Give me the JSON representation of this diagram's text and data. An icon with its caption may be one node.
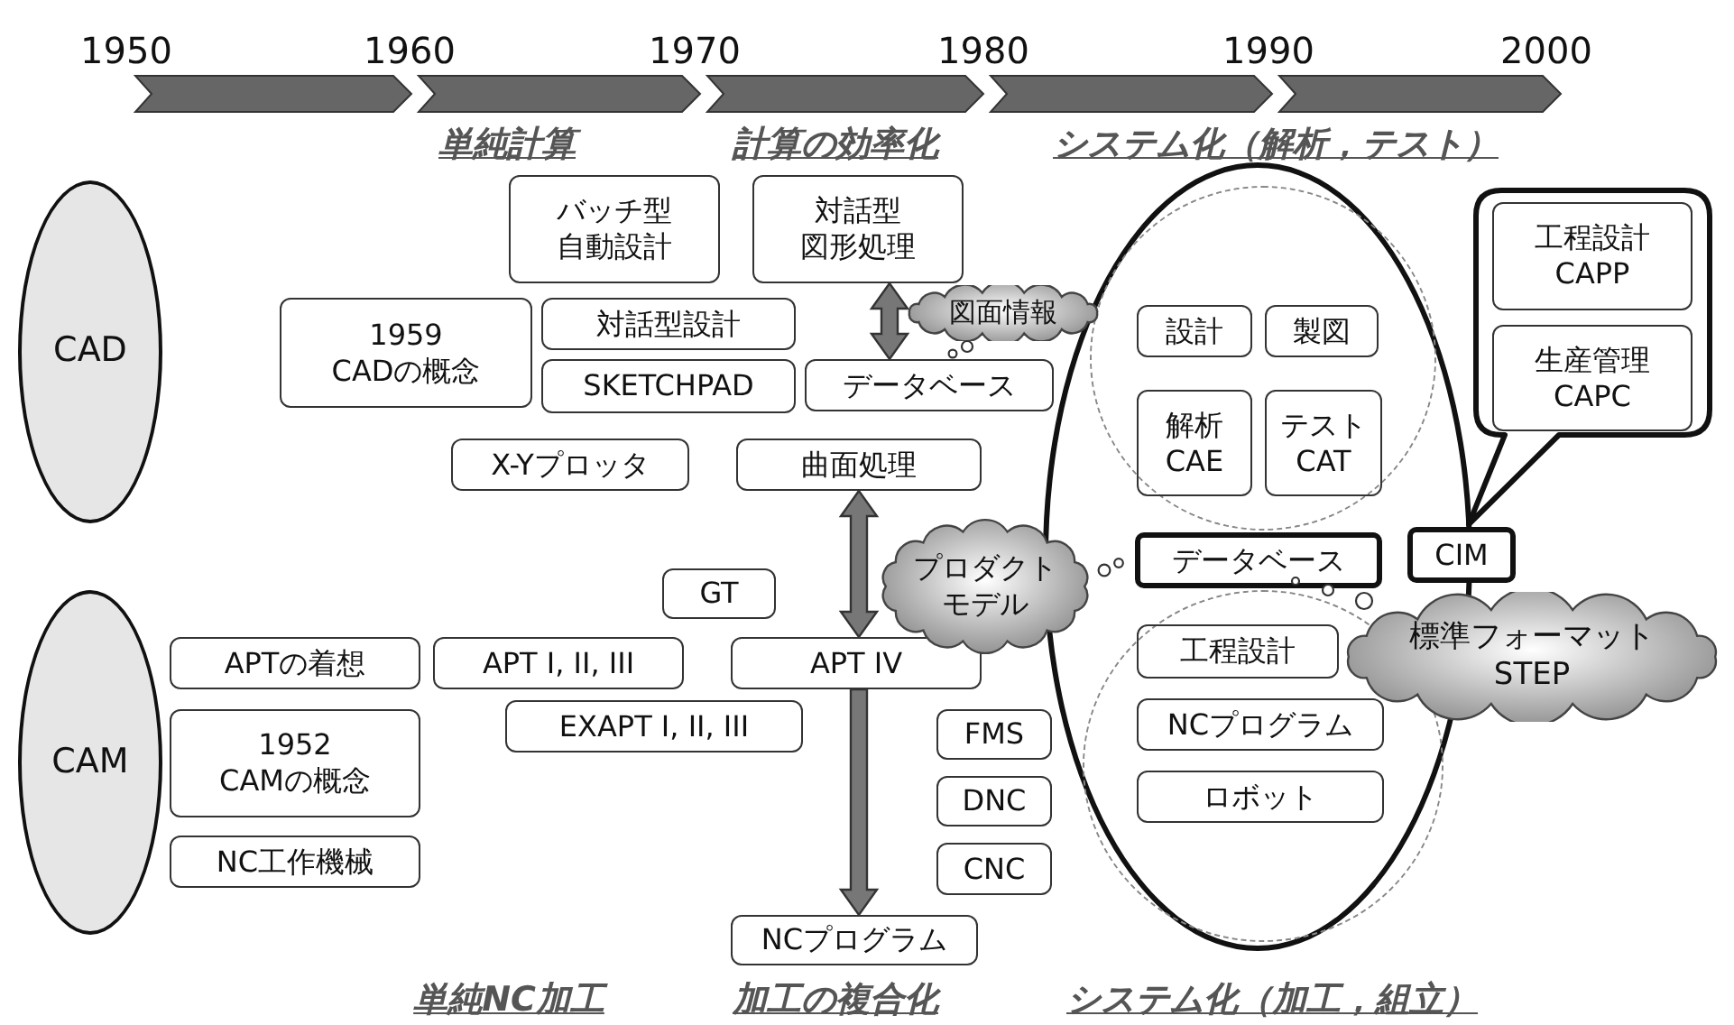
{
  "diagram": {
    "nodes": [
      {
        "text": [
          "CAD"
        ]
      },
      {
        "text": [
          "CAM"
        ]
      },
      {
        "text": [
          "バッチ型自動設計"
        ]
      },
      {
        "text": [
          "対話型図形処理"
        ]
      },
      {
        "text": [
          "1959",
          "CADの概念"
        ]
      },
      {
        "text": [
          "対話型設計"
        ]
      },
      {
        "text": [
          "SKETCHPAD"
        ]
      },
      {
        "text": [
          "データベース"
        ]
      },
      {
        "text": [
          "X-Yプロッタ"
        ]
      },
      {
        "text": [
          "曲面処理"
        ]
      },
      {
        "text": [
          "GT"
        ]
      },
      {
        "text": [
          "APTの着想"
        ]
      },
      {
        "text": [
          "APT I, II, III"
        ]
      },
      {
        "text": [
          "APT IV"
        ]
      },
      {
        "text": [
          "EXAPT I, II, III"
        ]
      },
      {
        "text": [
          "1952",
          "CAMの概念"
        ]
      },
      {
        "text": [
          "NC工作機械"
        ]
      },
      {
        "text": [
          "FMS"
        ]
      },
      {
        "text": [
          "DNC"
        ]
      },
      {
        "text": [
          "CNC"
        ]
      },
      {
        "text": [
          "NCプログラム"
        ]
      },
      {
        "text": [],
        "shape": "ellipse"
      },
      {
        "text": [],
        "shape": "ellipse",
        "in": 21
      },
      {
        "text": [],
        "shape": "ellipse",
        "in": 21
      },
      {
        "text": [
          "設計"
        ],
        "in": 22
      },
      {
        "text": [
          "製図"
        ],
        "in": 22
      },
      {
        "text": [
          "解析 CAE"
        ],
        "in": 22
      },
      {
        "text": [
          "テスト CAT"
        ],
        "in": 22
      },
      {
        "text": [
          "データベース"
        ],
        "in": 21
      },
      {
        "text": [
          "工程設計"
        ],
        "in": 23
      },
      {
        "text": [
          "NCプログラム"
        ],
        "in": 23
      },
      {
        "text": [
          "ロボット"
        ],
        "in": 23
      },
      {
        "text": [
          "CIM"
        ]
      },
      {
        "text": [],
        "shape": "callout"
      },
      {
        "text": [
          "工程設計 CAPP"
        ],
        "in": 33
      },
      {
        "text": [
          "生産管理 CAPC"
        ],
        "in": 33
      },
      {
        "text": [
          "図面情報"
        ]
      },
      {
        "text": [
          "プロダクトモデル"
        ]
      },
      {
        "text": [
          "標準フォーマット STEP"
        ]
      }
    ],
    "edges": [
      {
        "from": 3,
        "to": 7,
        "arrow": "both",
        "style": "thick",
        "color": "#777777"
      },
      {
        "from": 9,
        "to": 13,
        "arrow": "both",
        "style": "thick",
        "color": "#777777"
      },
      {
        "from": 13,
        "to": 20,
        "arrow": "to",
        "style": "thick",
        "color": "#777777"
      }
    ],
    "labels": [
      "1950",
      "1960",
      "1970",
      "1980",
      "1990",
      "2000",
      "単純計算",
      "計算の効率化",
      "システム化（解析，テスト）",
      "単純NC加工",
      "加工の複合化",
      "システム化（加工，組立）"
    ]
  }
}
